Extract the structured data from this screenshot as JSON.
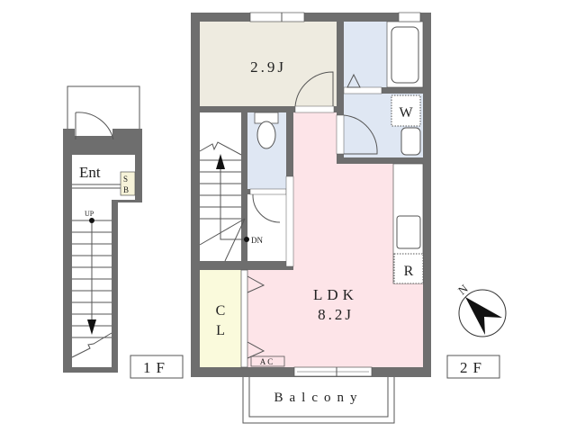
{
  "floor1": {
    "label": "1F",
    "entrance": "Ent",
    "shoe_box_s": "S",
    "shoe_box_b": "B",
    "stairs_direction": "UP"
  },
  "floor2": {
    "label": "2F",
    "room_western": "2.9J",
    "room_ldk_name": "LDK",
    "room_ldk_size": "8.2J",
    "closet_c": "C",
    "closet_l": "L",
    "washer": "W",
    "fridge": "R",
    "aircon": "AC",
    "stairs_direction": "DN",
    "balcony": "Balcony"
  },
  "compass": {
    "label": "N"
  },
  "colors": {
    "wall": "#6e6e6e",
    "western_room": "#eeebe0",
    "wet_area": "#dfe7f3",
    "ldk": "#fde4e8",
    "closet": "#fafadc"
  }
}
